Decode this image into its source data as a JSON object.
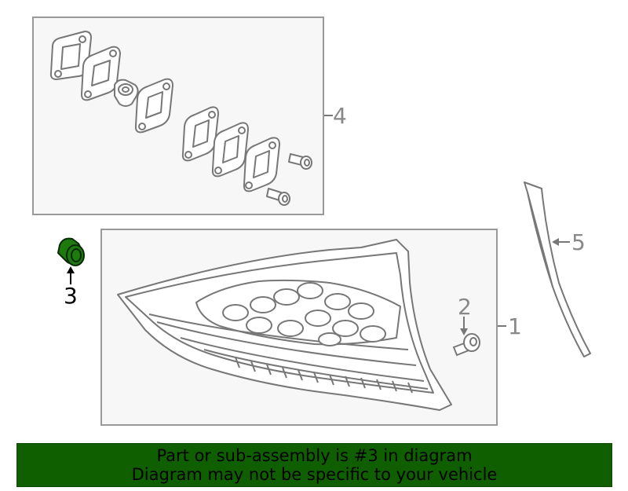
{
  "diagram": {
    "callouts": [
      {
        "id": "1",
        "label": "1"
      },
      {
        "id": "2",
        "label": "2"
      },
      {
        "id": "3",
        "label": "3"
      },
      {
        "id": "4",
        "label": "4"
      },
      {
        "id": "5",
        "label": "5"
      }
    ],
    "highlight_part": "3",
    "colors": {
      "line": "#777777",
      "panel_fill": "#f7f7f7",
      "panel_border": "#999999",
      "highlight_fill": "#1e7a0f",
      "highlight_stroke": "#0a2a05",
      "highlight_label": "#000000"
    }
  },
  "banner": {
    "line1": "Part or sub-assembly is #3 in diagram",
    "line2": "Diagram may not be specific to your vehicle",
    "background": "#0f5f00"
  }
}
